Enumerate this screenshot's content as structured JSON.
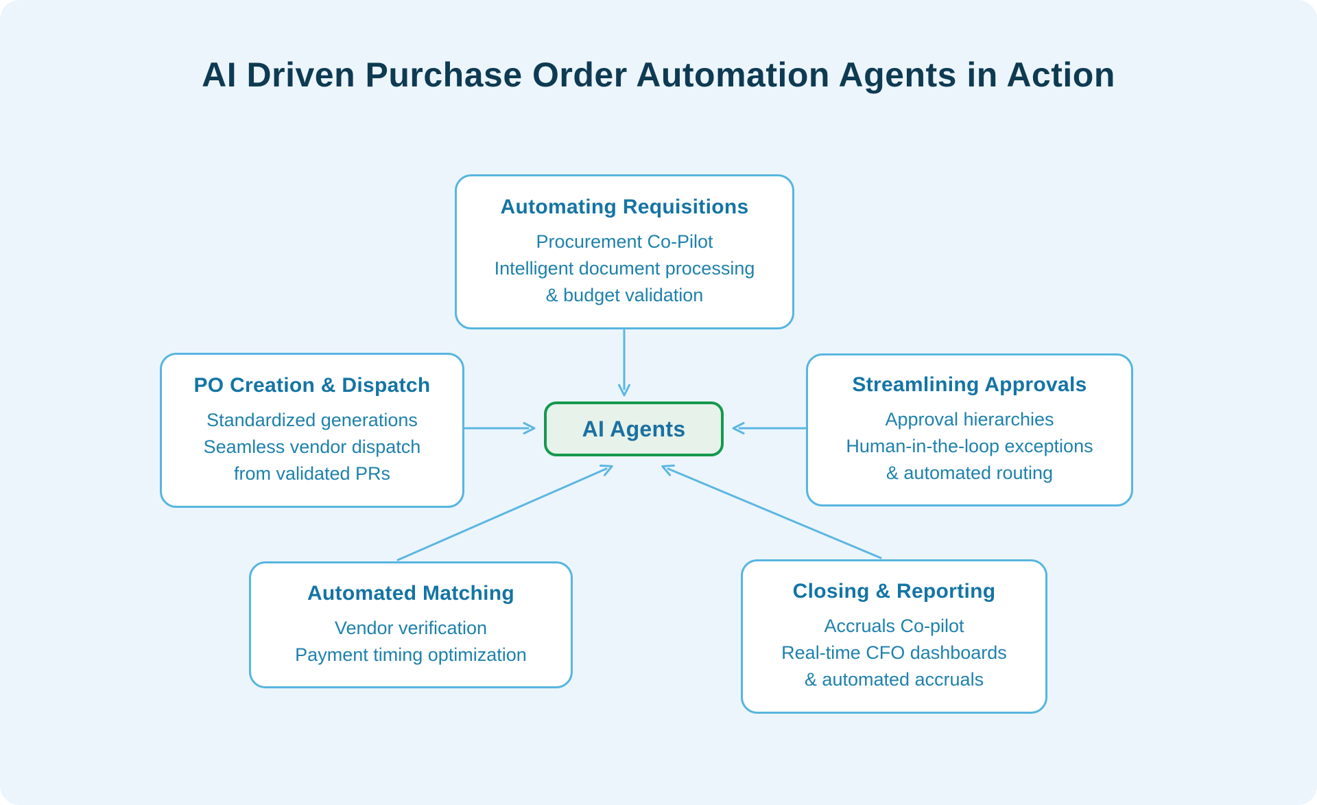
{
  "title": "AI Driven Purchase Order Automation Agents in Action",
  "center": {
    "label": "AI Agents"
  },
  "nodes": [
    {
      "id": "automating-requisitions",
      "heading": "Automating Requisitions",
      "lines": [
        "Procurement Co-Pilot",
        "Intelligent document processing",
        "& budget validation"
      ]
    },
    {
      "id": "po-creation-dispatch",
      "heading": "PO Creation & Dispatch",
      "lines": [
        "Standardized generations",
        "Seamless vendor dispatch",
        "from validated PRs"
      ]
    },
    {
      "id": "streamlining-approvals",
      "heading": "Streamlining Approvals",
      "lines": [
        "Approval hierarchies",
        "Human-in-the-loop exceptions",
        "& automated routing"
      ]
    },
    {
      "id": "automated-matching",
      "heading": "Automated Matching",
      "lines": [
        "Vendor verification",
        "Payment timing optimization"
      ]
    },
    {
      "id": "closing-reporting",
      "heading": "Closing & Reporting",
      "lines": [
        "Accruals Co-pilot",
        "Real-time CFO dashboards",
        "& automated accruals"
      ]
    }
  ],
  "connections": [
    {
      "from": "automating-requisitions",
      "to": "ai-agents",
      "direction": "down"
    },
    {
      "from": "po-creation-dispatch",
      "to": "ai-agents",
      "direction": "right"
    },
    {
      "from": "streamlining-approvals",
      "to": "ai-agents",
      "direction": "left"
    },
    {
      "from": "automated-matching",
      "to": "ai-agents",
      "direction": "up-right"
    },
    {
      "from": "closing-reporting",
      "to": "ai-agents",
      "direction": "up-left"
    }
  ],
  "colors": {
    "page_bg": "#ffffff",
    "panel_bg": "#ecf5fc",
    "box_bg": "#ffffff",
    "box_border": "#57b5e0",
    "arrow": "#5cb6e2",
    "title_text": "#0e3a52",
    "heading_text": "#1474a4",
    "body_text": "#1e81ac",
    "center_bg": "#e6f2ea",
    "center_border": "#16984e",
    "center_text": "#1b70a1"
  }
}
